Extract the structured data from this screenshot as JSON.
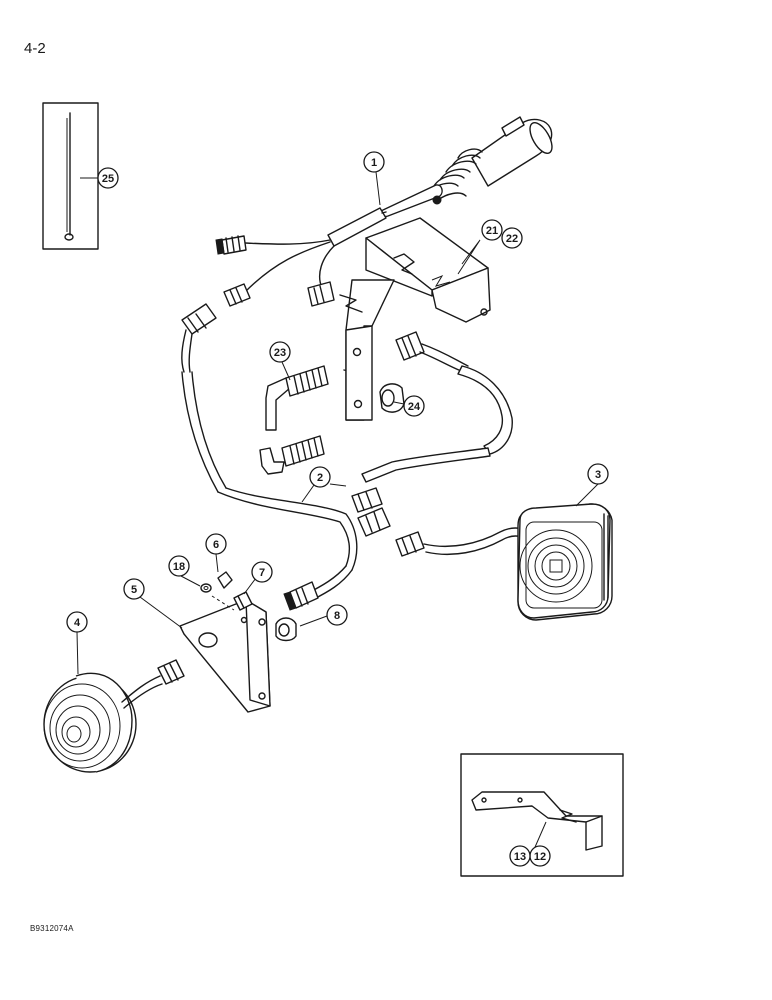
{
  "page": {
    "number": "4-2",
    "figure_code": "B9312074A"
  },
  "callouts": [
    {
      "id": "1",
      "label": "1"
    },
    {
      "id": "2",
      "label": "2"
    },
    {
      "id": "3",
      "label": "3"
    },
    {
      "id": "4",
      "label": "4"
    },
    {
      "id": "5",
      "label": "5"
    },
    {
      "id": "6",
      "label": "6"
    },
    {
      "id": "7",
      "label": "7"
    },
    {
      "id": "8",
      "label": "8"
    },
    {
      "id": "12",
      "label": "12"
    },
    {
      "id": "13",
      "label": "13"
    },
    {
      "id": "18",
      "label": "18"
    },
    {
      "id": "21",
      "label": "21"
    },
    {
      "id": "22",
      "label": "22"
    },
    {
      "id": "23",
      "label": "23"
    },
    {
      "id": "24",
      "label": "24"
    },
    {
      "id": "25",
      "label": "25"
    }
  ]
}
